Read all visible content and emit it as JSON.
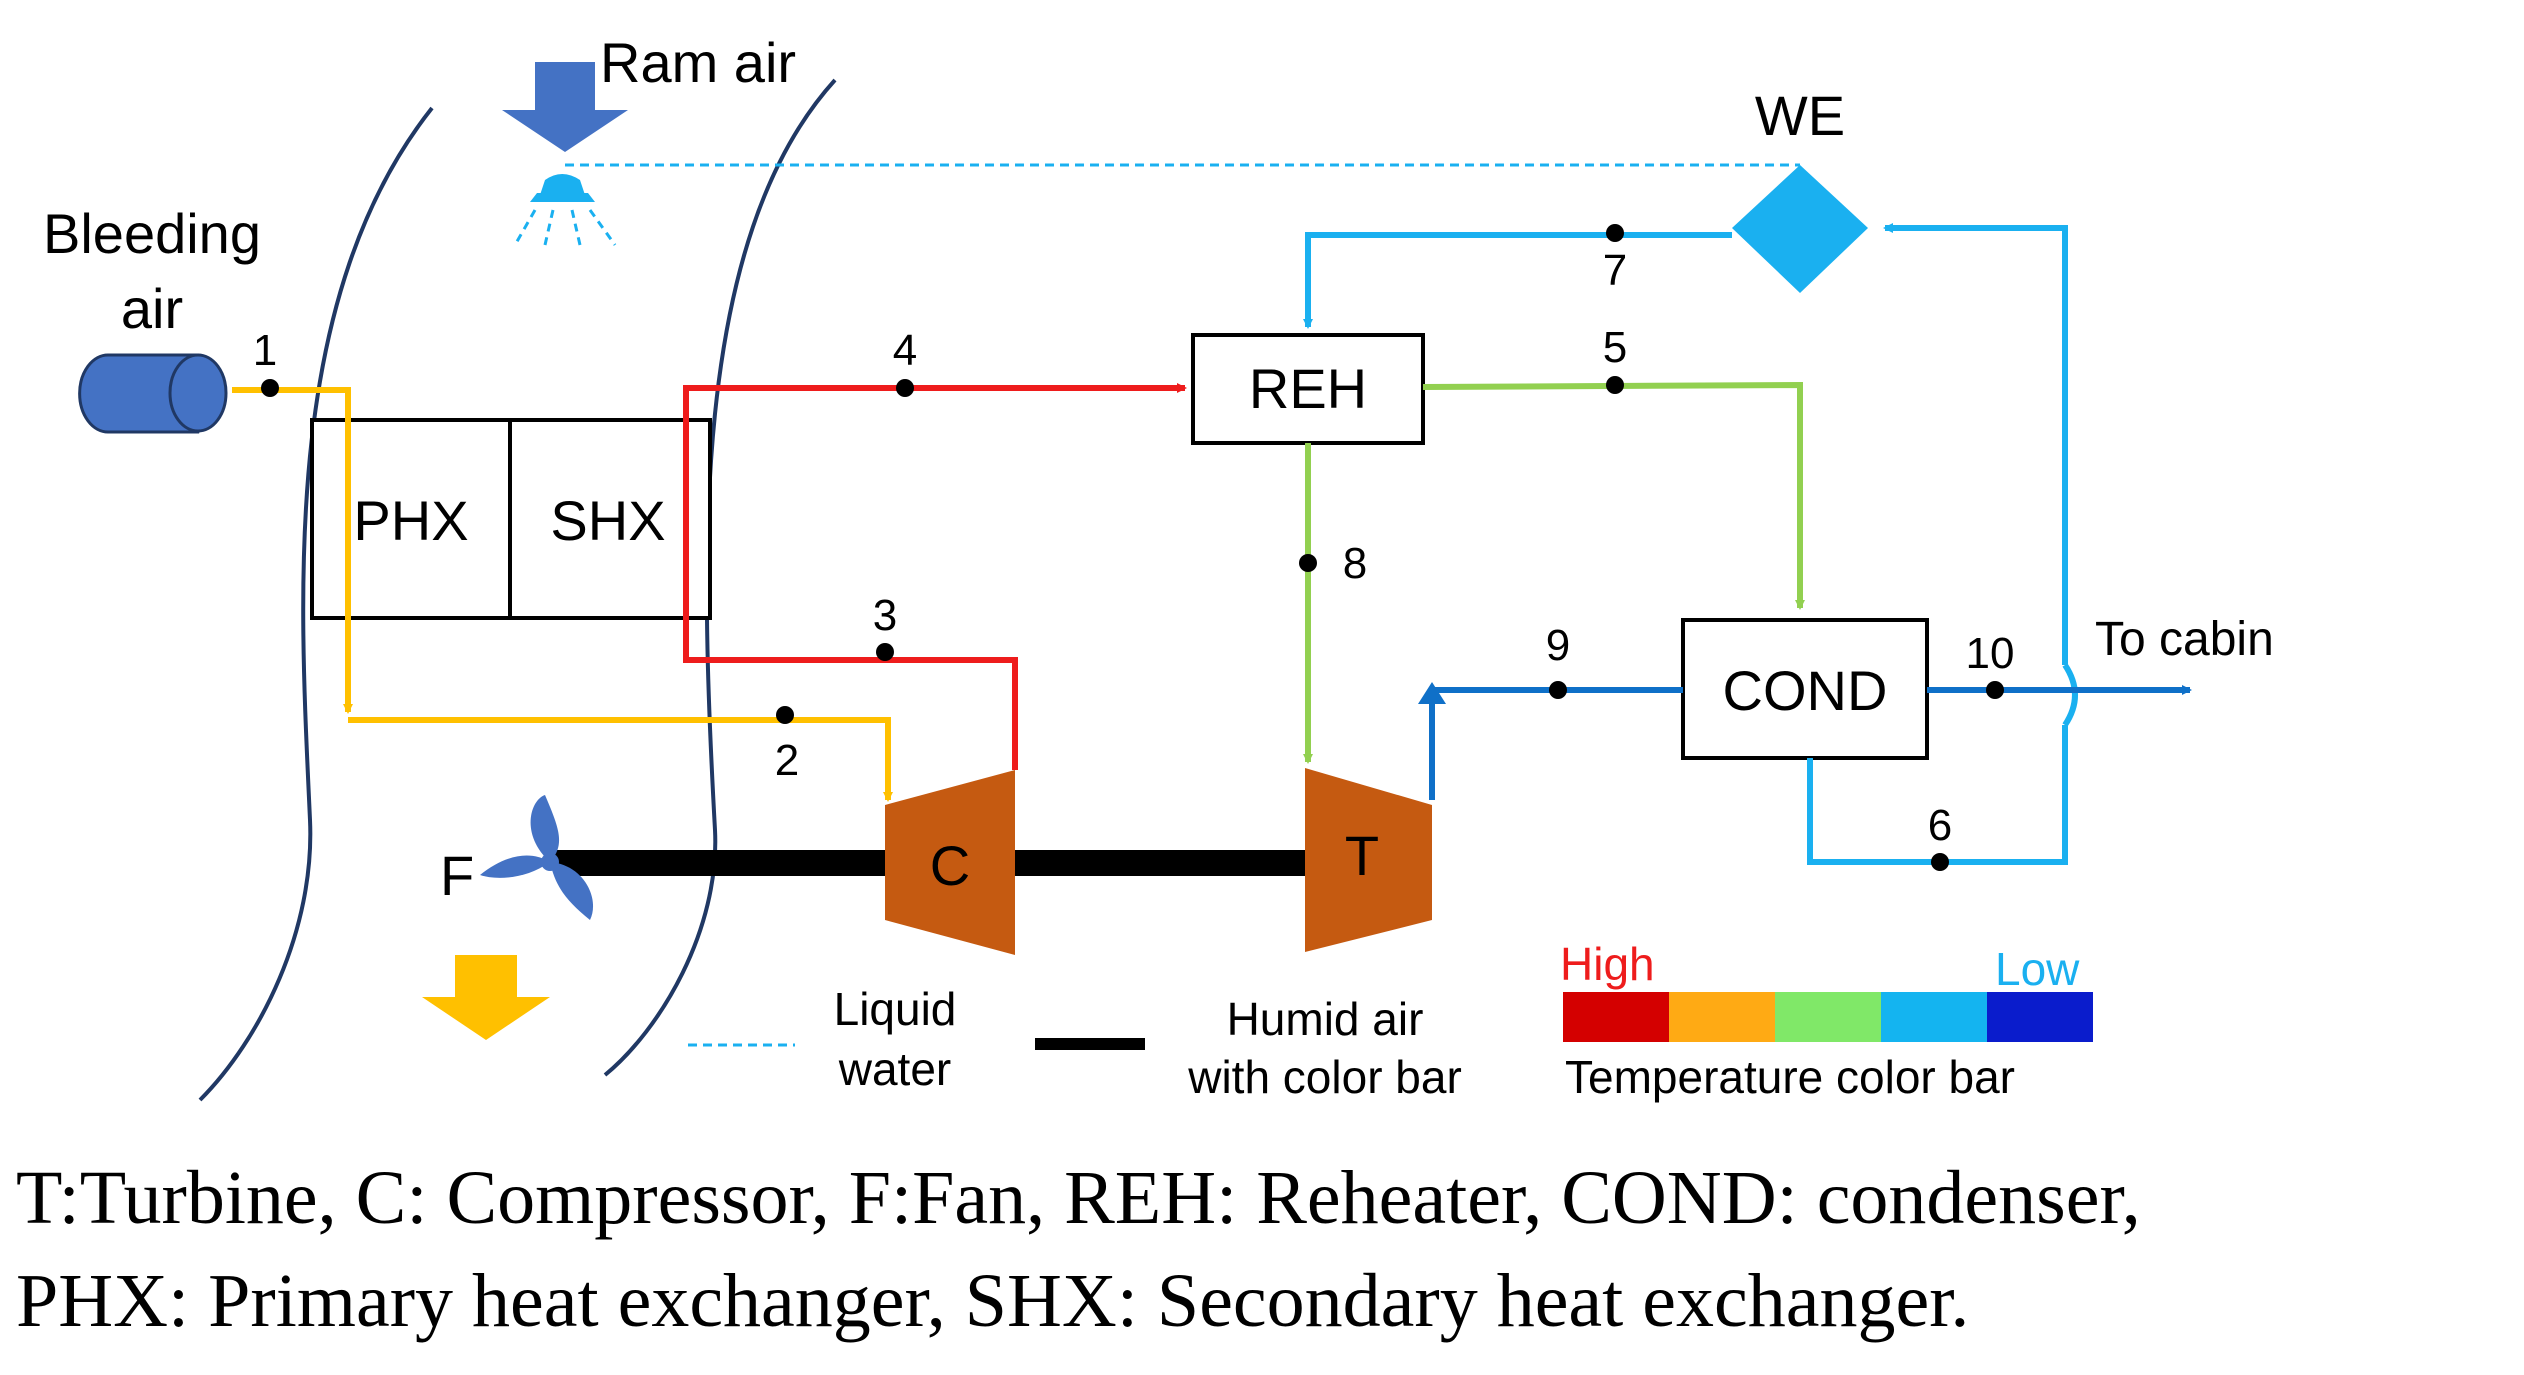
{
  "labels": {
    "ram_air": "Ram air",
    "bleeding_air_line1": "Bleeding",
    "bleeding_air_line2": "air",
    "we": "WE",
    "phx": "PHX",
    "shx": "SHX",
    "reh": "REH",
    "cond": "COND",
    "compressor": "C",
    "turbine": "T",
    "fan": "F",
    "to_cabin": "To cabin"
  },
  "state_points": [
    "1",
    "2",
    "3",
    "4",
    "5",
    "6",
    "7",
    "8",
    "9",
    "10"
  ],
  "legend": {
    "liquid_water_line1": "Liquid",
    "liquid_water_line2": "water",
    "humid_air_line1": "Humid  air",
    "humid_air_line2": "with color bar",
    "color_bar_high": "High",
    "color_bar_low": "Low",
    "color_bar_title": "Temperature color bar",
    "color_bar_colors": [
      "#d40000",
      "#ffaa14",
      "#80e868",
      "#14b4f0",
      "#0a1ccc"
    ]
  },
  "caption": {
    "line1": "T:Turbine, C: Compressor, F:Fan, REH: Reheater, COND: condenser,",
    "line2": "PHX: Primary heat exchanger,  SHX: Secondary heat exchanger."
  },
  "colors": {
    "hot": "#ee1c1c",
    "warm": "#ffc000",
    "mid": "#92d050",
    "cool": "#1ab0f0",
    "cold": "#0f70c8",
    "turbomachine": "#c55a11",
    "bleed_pipe": "#4472c4",
    "arrow_blue": "#4472c4"
  }
}
